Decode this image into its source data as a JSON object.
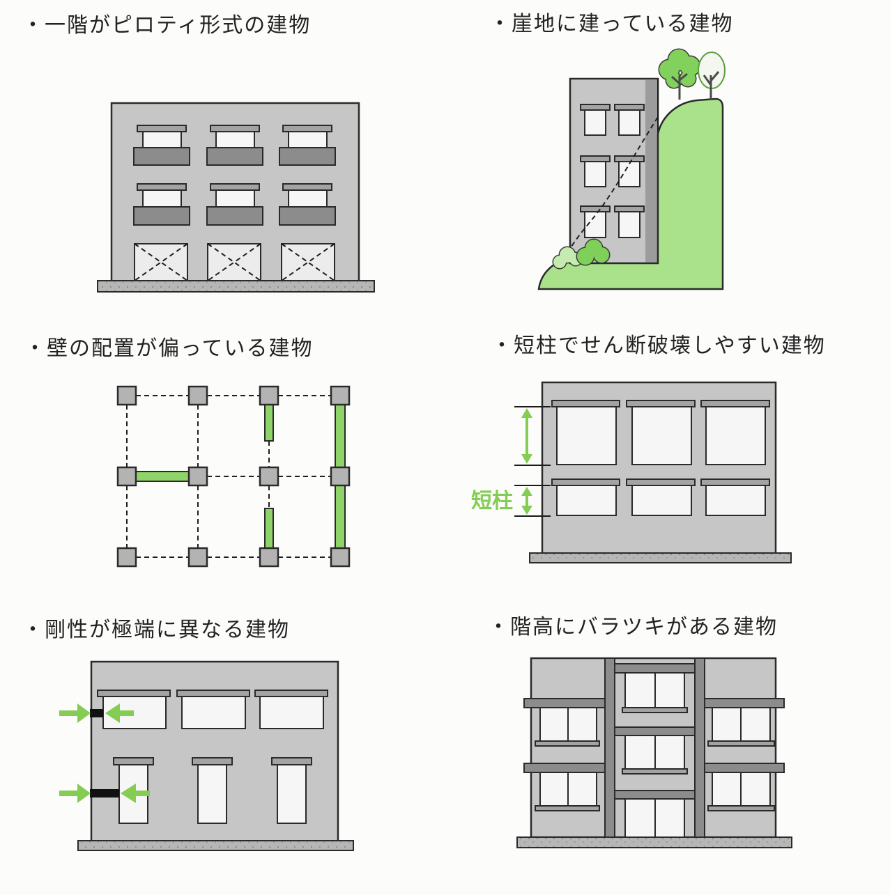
{
  "panels": {
    "piloti": {
      "title": "・一階がピロティ形式の建物"
    },
    "cliff": {
      "title": "・崖地に建っている建物"
    },
    "eccentric_walls": {
      "title": "・壁の配置が偏っている建物"
    },
    "short_column": {
      "title": "・短柱でせん断破壊しやすい建物",
      "label": "短柱"
    },
    "stiffness": {
      "title": "・剛性が極端に異なる建物"
    },
    "story_height": {
      "title": "・階高にバラツキがある建物"
    }
  },
  "colors": {
    "accent_green": "#84cc52",
    "wall_gray": "#c6c6c6",
    "outline": "#2a2a2a"
  }
}
